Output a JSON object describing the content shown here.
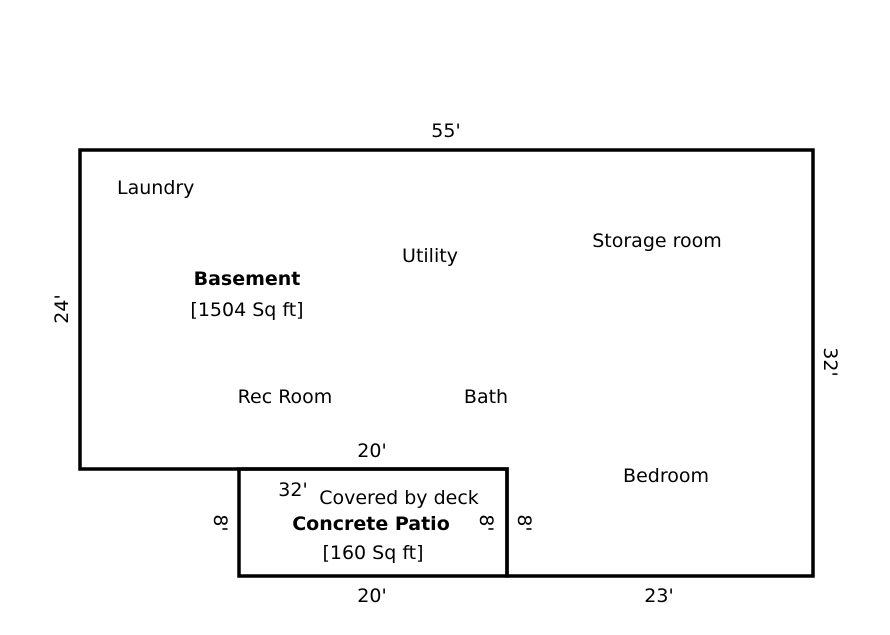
{
  "basement": {
    "name": "Basement",
    "area": "[1504 Sq ft]",
    "rooms": {
      "laundry": "Laundry",
      "utility": "Utility",
      "storage": "Storage room",
      "rec_room": "Rec Room",
      "bath": "Bath",
      "bedroom": "Bedroom"
    },
    "dimensions": {
      "top": "55'",
      "left": "24'",
      "right": "32'",
      "inner_top": "20'",
      "bottom_right": "23'"
    }
  },
  "patio": {
    "name": "Concrete Patio",
    "area": "[160 Sq ft]",
    "note": "Covered by deck",
    "dimensions": {
      "corner": "32'",
      "left": "8'",
      "right_inner": "8'",
      "right_outer": "8'",
      "bottom": "20'"
    }
  }
}
